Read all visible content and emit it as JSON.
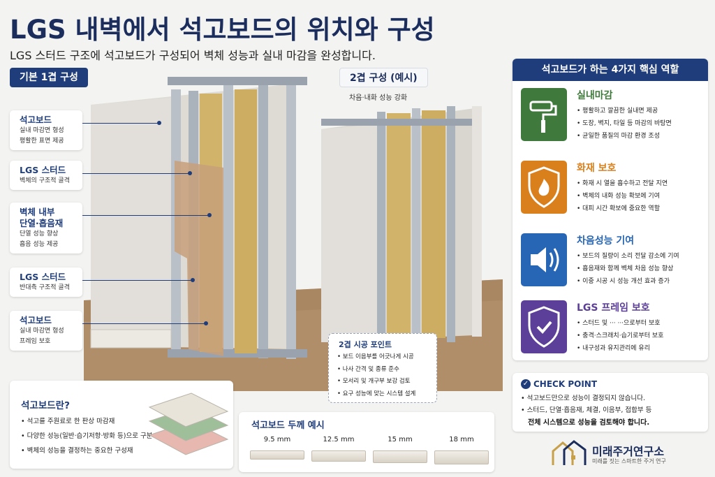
{
  "header": {
    "title": "LGS 내벽에서 석고보드의 위치와 구성",
    "subtitle": "LGS 스터드 구조에 석고보드가 구성되어 벽체 성능과 실내 마감을 완성합니다."
  },
  "single": {
    "label": "기본 1겹 구성",
    "callouts": [
      {
        "title": "석고보드",
        "desc": [
          "실내 마감면 형성",
          "평활한 표면 제공"
        ]
      },
      {
        "title": "LGS 스터드",
        "desc": [
          "벽체의 구조적 골격"
        ]
      },
      {
        "title": "벽체 내부\n단열·흡음재",
        "desc": [
          "단열 성능 향상",
          "흡음 성능 제공"
        ]
      },
      {
        "title": "LGS 스터드",
        "desc": [
          "반대측 구조적 골격"
        ]
      },
      {
        "title": "석고보드",
        "desc": [
          "실내 마감면 형성",
          "프레임 보호"
        ]
      }
    ]
  },
  "double": {
    "label": "2겹 구성 (예시)",
    "caption": "차음·내화 성능 강화"
  },
  "points": {
    "title": "2겹 시공 포인트",
    "items": [
      "보드 이음부를 어긋나게 시공",
      "나사 간격 및 종류 준수",
      "모서리 및 개구부 보강 검토",
      "요구 성능에 맞는 시스템 설계"
    ]
  },
  "roles": {
    "title": "석고보드가 하는 4가지 핵심 역할",
    "items": [
      {
        "title": "실내마감",
        "color": "#3f7a3c",
        "icon": "paint-roller-icon",
        "bullets": [
          "평활하고 깔끔한 실내면 제공",
          "도장, 벽지, 타일 등 마감의 바탕면",
          "균일한 품질의 마감 환경 조성"
        ]
      },
      {
        "title": "화재 보호",
        "color": "#d9801c",
        "icon": "flame-shield-icon",
        "bullets": [
          "화재 시 열을 흡수하고 전달 지연",
          "벽체의 내화 성능 확보에 기여",
          "대피 시간 확보에 중요한 역할"
        ]
      },
      {
        "title": "차음성능 기여",
        "color": "#2766b5",
        "icon": "speaker-icon",
        "bullets": [
          "보드의 질량이 소리 전달 감소에 기여",
          "흡음재와 함께 벽체 차음 성능 향상",
          "이중 시공 시 성능 개선 효과 증가"
        ]
      },
      {
        "title": "LGS 프레임 보호",
        "color": "#5b3f98",
        "icon": "shield-check-icon",
        "bullets": [
          "스터드 및 ··· ···으로부터 보호",
          "충격·스크래치·습기로부터 보호",
          "내구성과 유지관리에 유리"
        ]
      }
    ]
  },
  "check": {
    "title": "CHECK POINT",
    "items": [
      "석고보드만으로 성능이 결정되지 않습니다.",
      "스터드, 단열·흡음재, 체결, 이음부, 접합부 등"
    ],
    "bold": "전체 시스템으로 성능을 검토해야 합니다."
  },
  "whatis": {
    "title": "석고보드란?",
    "items": [
      "석고를 주원료로 한 판상 마감재",
      "다양한 성능(일반·습기저항·방화 등)으로 구분",
      "벽체의 성능을 결정하는 중요한 구성재"
    ],
    "swatch_colors": [
      "#e9e4da",
      "#9fbf9a",
      "#e6b8b0"
    ]
  },
  "thickness": {
    "title": "석고보드 두께 예시",
    "items": [
      {
        "label": "9.5 mm",
        "mm": 9.5
      },
      {
        "label": "12.5 mm",
        "mm": 12.5
      },
      {
        "label": "15 mm",
        "mm": 15
      },
      {
        "label": "18 mm",
        "mm": 18
      }
    ]
  },
  "brand": {
    "name": "미래주거연구소",
    "tagline": "미래를 짓는 스마트한 주거 연구"
  }
}
